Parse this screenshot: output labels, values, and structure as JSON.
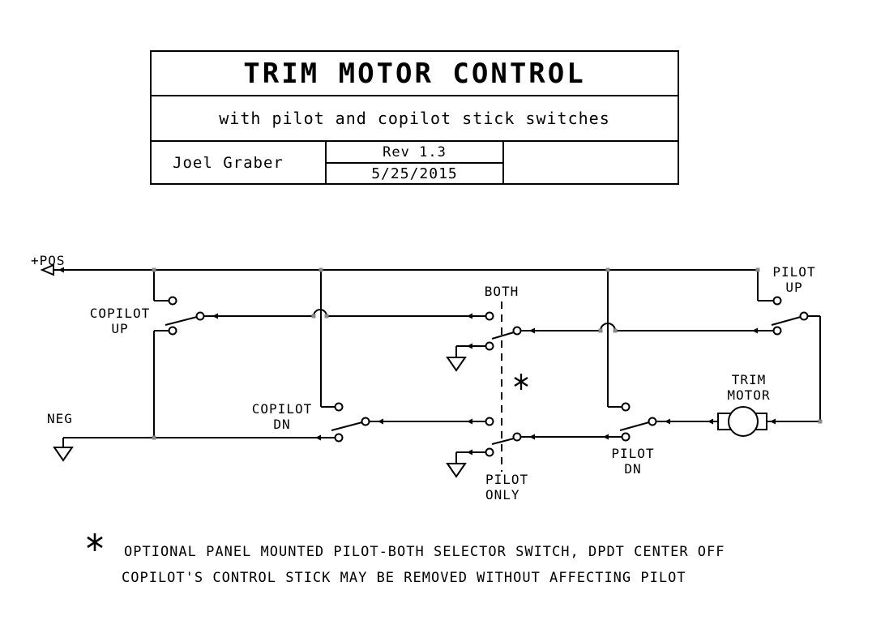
{
  "title_block": {
    "title": "TRIM MOTOR CONTROL",
    "subtitle": "with pilot and copilot stick switches",
    "author": "Joel Graber",
    "revision": "Rev 1.3",
    "date": "5/25/2015"
  },
  "schematic": {
    "rails": {
      "positive": "+POS",
      "negative": "NEG"
    },
    "switch_labels": {
      "copilot_up": "COPILOT\nUP",
      "copilot_dn": "COPILOT\nDN",
      "pilot_up": "PILOT\nUP",
      "pilot_dn": "PILOT\nDN"
    },
    "selector_labels": {
      "both": "BOTH",
      "pilot_only": "PILOT\nONLY",
      "marker": "*"
    },
    "motor_label": "TRIM\nMOTOR"
  },
  "notes": {
    "marker": "*",
    "line1": "OPTIONAL PANEL MOUNTED PILOT-BOTH SELECTOR SWITCH, DPDT CENTER OFF",
    "line2": "COPILOT'S CONTROL STICK MAY BE REMOVED WITHOUT AFFECTING PILOT"
  },
  "colors": {
    "line": "#000000",
    "junction": "#8a8a8a",
    "background": "#ffffff"
  }
}
